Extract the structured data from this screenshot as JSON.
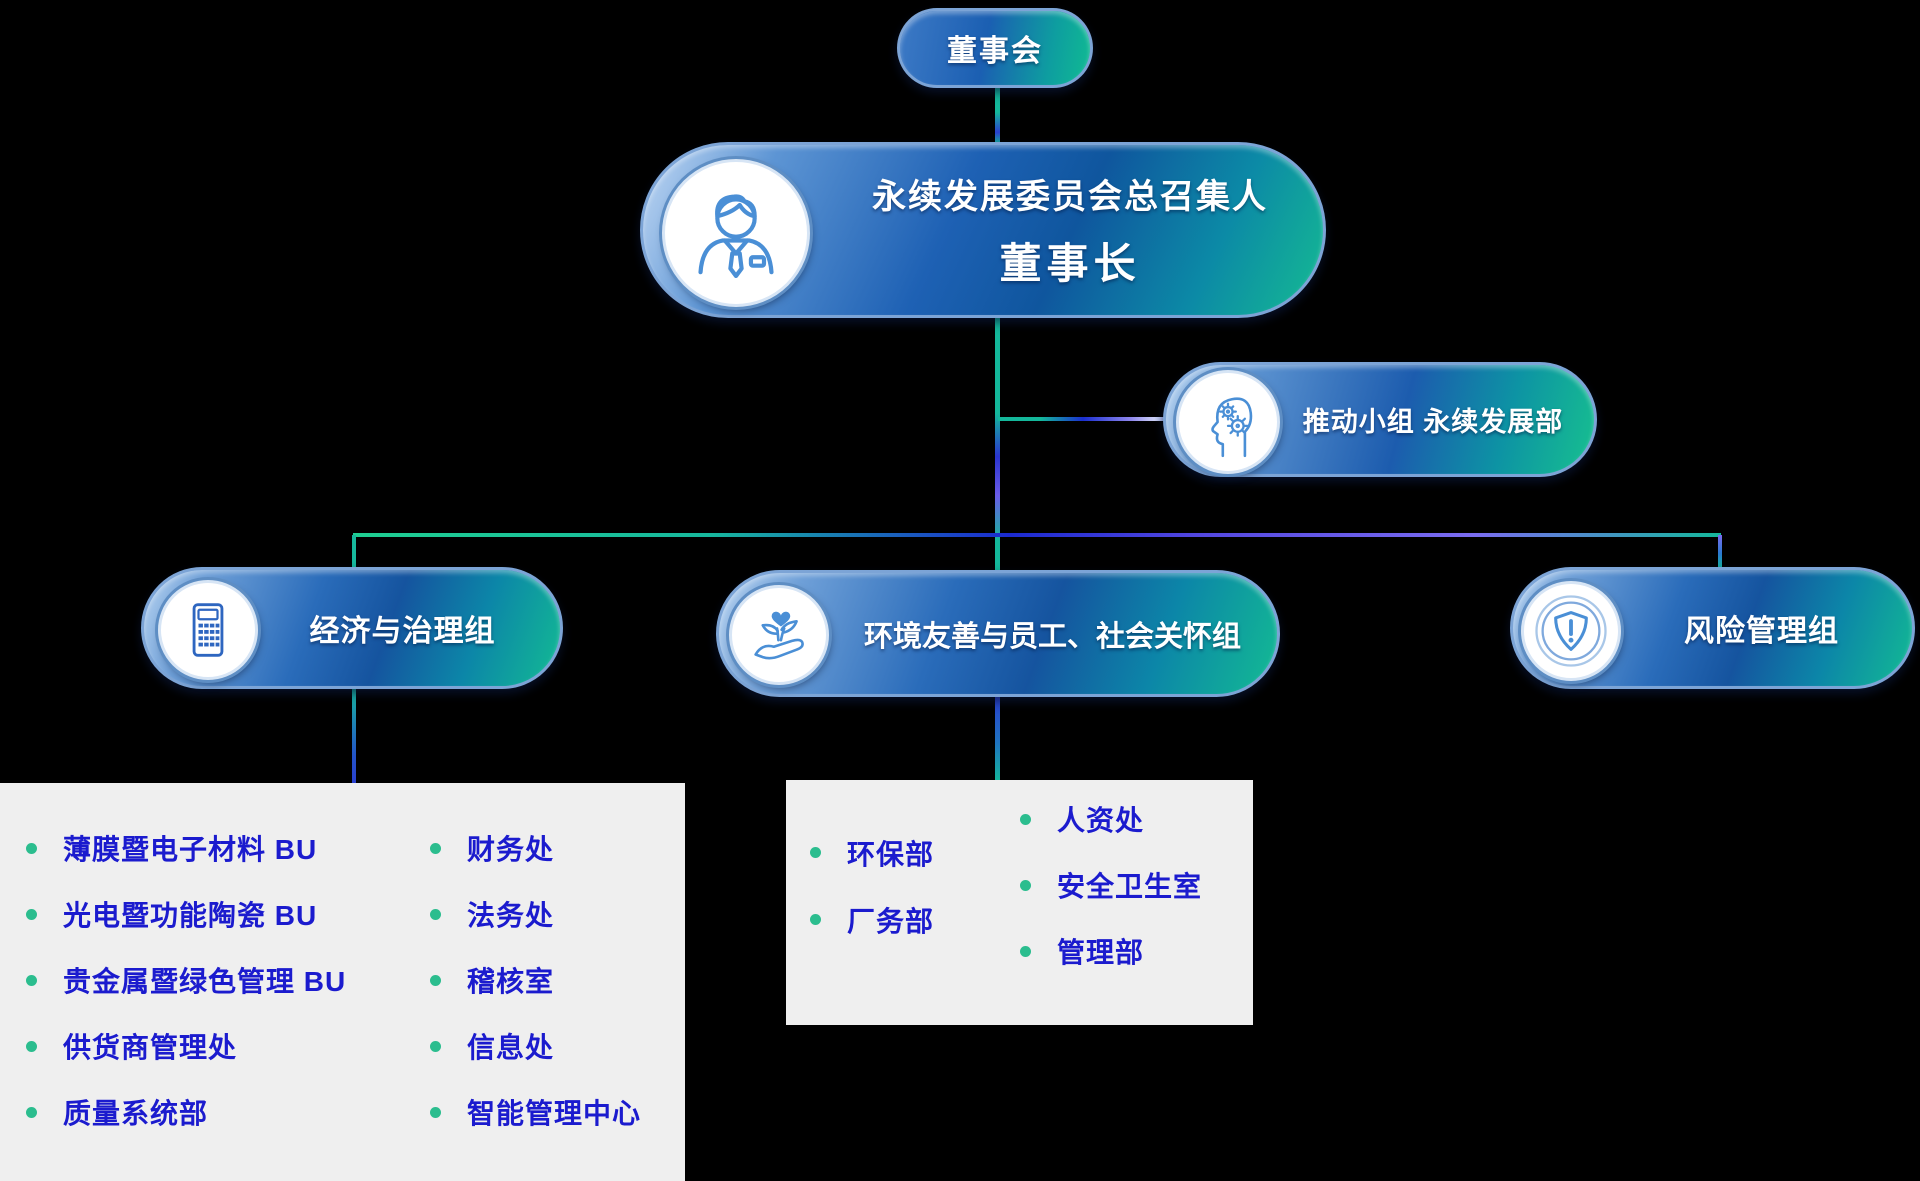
{
  "org_chart": {
    "board": "董事会",
    "chairman_title": "永续发展委员会总召集人",
    "chairman_role": "董事长",
    "promotion_team": "推动小组 永续发展部",
    "groups": {
      "economy": "经济与治理组",
      "environment": "环境友善与员工、社会关怀组",
      "risk": "风险管理组"
    },
    "economy_units_col1": [
      "薄膜暨电子材料 BU",
      "光电暨功能陶瓷 BU",
      "贵金属暨绿色管理 BU",
      "供货商管理处",
      "质量系统部"
    ],
    "economy_units_col2": [
      "财务处",
      "法务处",
      "稽核室",
      "信息处",
      "智能管理中心"
    ],
    "environment_units_col1": [
      "环保部",
      "厂务部"
    ],
    "environment_units_col2": [
      "人资处",
      "安全卫生室",
      "管理部"
    ]
  },
  "icons": {
    "chairman": "businessman-icon",
    "promotion": "head-with-gears-icon",
    "economy": "calculator-icon",
    "environment": "hand-holding-plant-icon",
    "risk": "shield-with-exclamation-icon"
  },
  "colors": {
    "background": "#000000",
    "panel_bg": "#efefef",
    "pill_blue": "#1e61b4",
    "pill_teal": "#15bb92",
    "pill_border": "#7ca4d6",
    "line_teal": "#14b89b",
    "line_blue": "#1b2ad0",
    "line_purple": "#7a6cf0",
    "list_text": "#1b1bce",
    "bullet_green": "#2bbd8e",
    "icon_stroke": "#4a8fd6"
  }
}
